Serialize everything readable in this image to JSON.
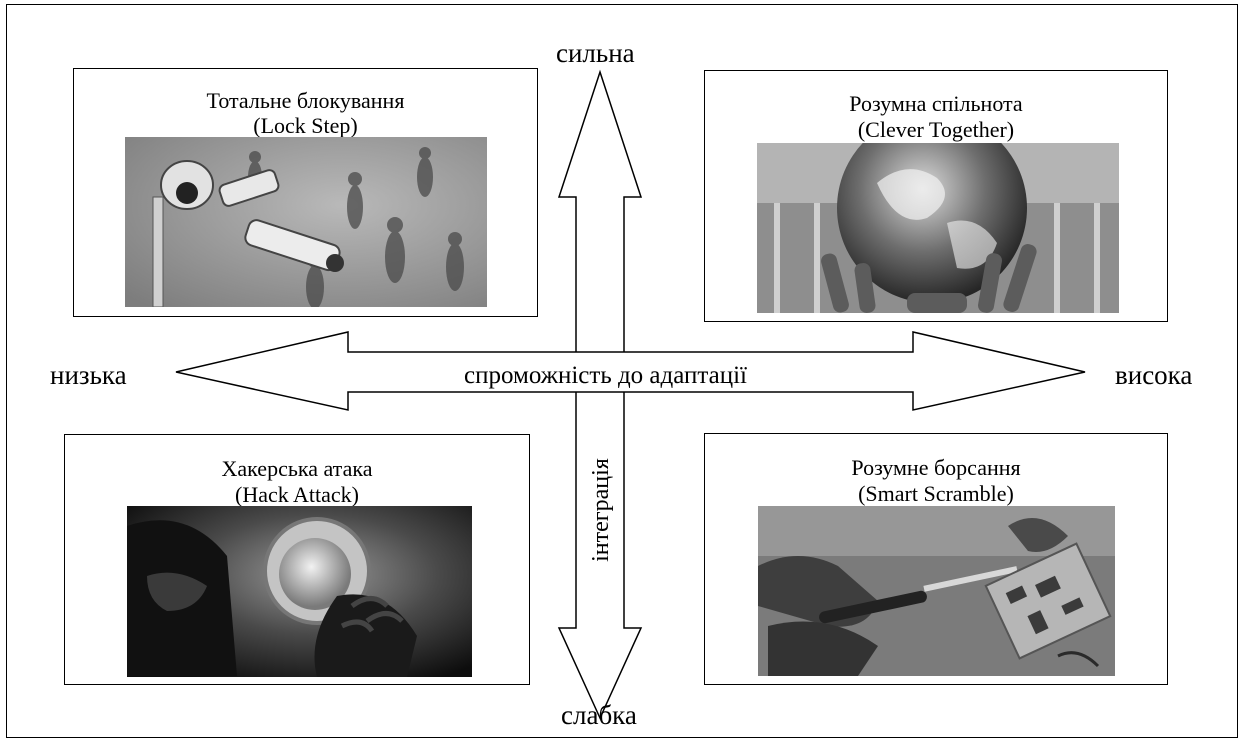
{
  "axes": {
    "top_label": "сильна",
    "bottom_label": "слабка",
    "left_label": "низька",
    "right_label": "висока",
    "horizontal_caption": "спроможність до адаптації",
    "vertical_caption": "інтеграція"
  },
  "quadrants": [
    {
      "id": "top-left",
      "title": "Тотальне блокування",
      "subtitle": "(Lock Step)",
      "image_icon": "surveillance-camera-photo"
    },
    {
      "id": "top-right",
      "title": "Розумна спільнота",
      "subtitle": "(Clever Together)",
      "image_icon": "globe-in-hands-photo"
    },
    {
      "id": "bottom-left",
      "title": "Хакерська атака",
      "subtitle": "(Hack Attack)",
      "image_icon": "hooded-hacker-photo"
    },
    {
      "id": "bottom-right",
      "title": "Розумне борсання",
      "subtitle": "(Smart Scramble)",
      "image_icon": "soldering-circuit-photo"
    }
  ]
}
